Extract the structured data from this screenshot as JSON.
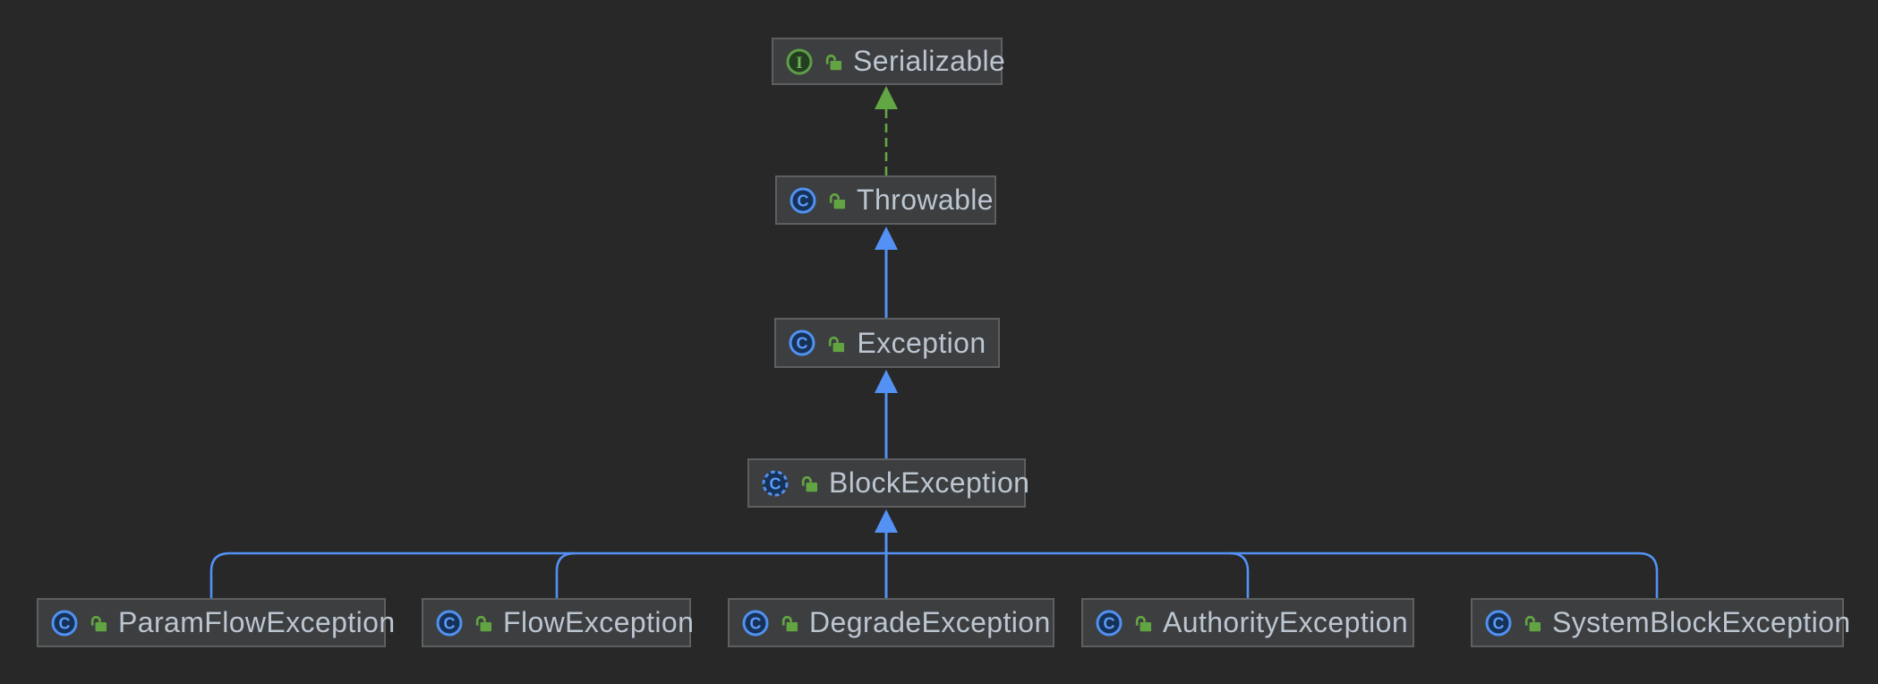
{
  "diagram": {
    "kind": "uml-class-hierarchy",
    "colors": {
      "background": "#282828",
      "node_fill": "#3c3e40",
      "node_border": "#5d5f61",
      "node_text": "#bcc6d0",
      "extends_edge": "#5491f5",
      "implements_edge": "#63a744",
      "class_icon_blue": "#5191f0",
      "interface_icon_green": "#5d9e47",
      "lock_green": "#63a442"
    },
    "icons": {
      "class": {
        "name": "class-icon",
        "letter": "C"
      },
      "interface": {
        "name": "interface-icon",
        "letter": "I"
      },
      "abstract_class": {
        "name": "abstract-class-icon",
        "letter": "C"
      },
      "visibility": {
        "name": "unlocked-icon"
      }
    },
    "nodes": {
      "serializable": {
        "label": "Serializable",
        "kind": "interface",
        "visibility": "public"
      },
      "throwable": {
        "label": "Throwable",
        "kind": "class",
        "visibility": "public"
      },
      "exception": {
        "label": "Exception",
        "kind": "class",
        "visibility": "public"
      },
      "blockException": {
        "label": "BlockException",
        "kind": "abstract-class",
        "visibility": "public"
      },
      "paramFlowException": {
        "label": "ParamFlowException",
        "kind": "class",
        "visibility": "public"
      },
      "flowException": {
        "label": "FlowException",
        "kind": "class",
        "visibility": "public"
      },
      "degradeException": {
        "label": "DegradeException",
        "kind": "class",
        "visibility": "public"
      },
      "authorityException": {
        "label": "AuthorityException",
        "kind": "class",
        "visibility": "public"
      },
      "systemBlockException": {
        "label": "SystemBlockException",
        "kind": "class",
        "visibility": "public"
      }
    },
    "edges": [
      {
        "from": "Throwable",
        "to": "Serializable",
        "relation": "implements",
        "style": "dashed",
        "color": "#63a744"
      },
      {
        "from": "Exception",
        "to": "Throwable",
        "relation": "extends",
        "style": "solid",
        "color": "#5491f5"
      },
      {
        "from": "BlockException",
        "to": "Exception",
        "relation": "extends",
        "style": "solid",
        "color": "#5491f5"
      },
      {
        "from": "ParamFlowException",
        "to": "BlockException",
        "relation": "extends",
        "style": "solid",
        "color": "#5491f5"
      },
      {
        "from": "FlowException",
        "to": "BlockException",
        "relation": "extends",
        "style": "solid",
        "color": "#5491f5"
      },
      {
        "from": "DegradeException",
        "to": "BlockException",
        "relation": "extends",
        "style": "solid",
        "color": "#5491f5"
      },
      {
        "from": "AuthorityException",
        "to": "BlockException",
        "relation": "extends",
        "style": "solid",
        "color": "#5491f5"
      },
      {
        "from": "SystemBlockException",
        "to": "BlockException",
        "relation": "extends",
        "style": "solid",
        "color": "#5491f5"
      }
    ]
  }
}
